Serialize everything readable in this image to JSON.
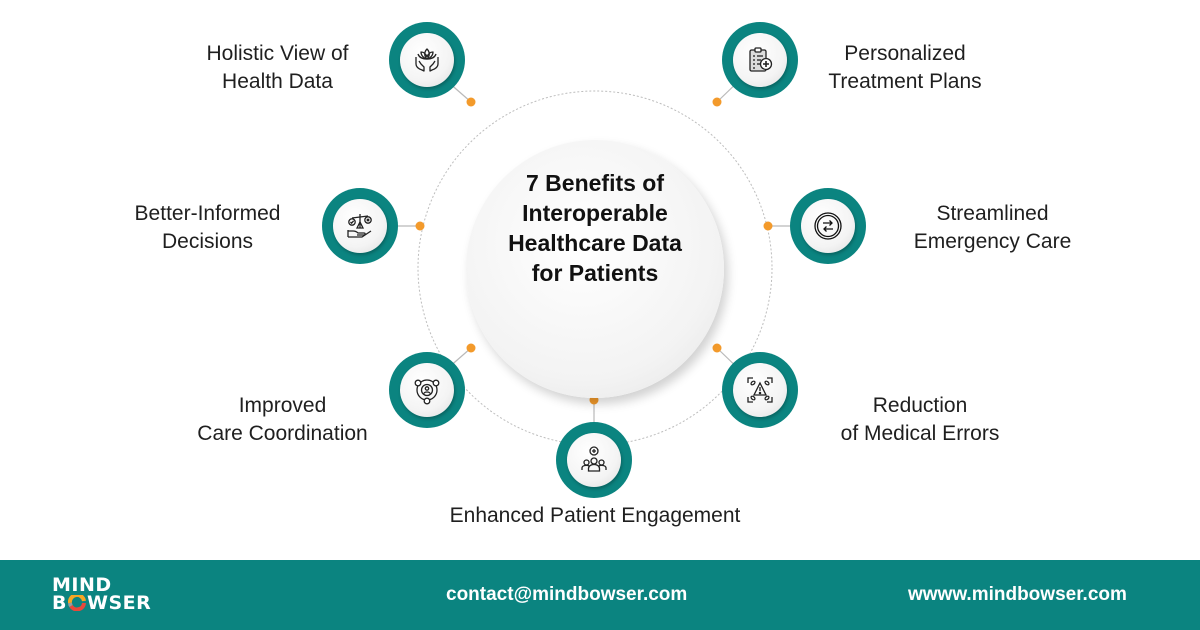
{
  "title": {
    "lines": [
      "7 Benefits of",
      "Interoperable",
      "Healthcare Data",
      "for Patients"
    ]
  },
  "benefits": [
    {
      "icon": "lotus-hands-icon",
      "lines": [
        "Holistic View of",
        "Health Data"
      ]
    },
    {
      "icon": "clipboard-plus-icon",
      "lines": [
        "Personalized",
        "Treatment Plans"
      ]
    },
    {
      "icon": "scale-hand-icon",
      "lines": [
        "Better-Informed",
        "Decisions"
      ]
    },
    {
      "icon": "exchange-arrows-icon",
      "lines": [
        "Streamlined",
        "Emergency Care"
      ]
    },
    {
      "icon": "network-people-icon",
      "lines": [
        "Improved",
        "Care Coordination"
      ]
    },
    {
      "icon": "warning-scan-icon",
      "lines": [
        "Reduction",
        "of Medical Errors"
      ]
    },
    {
      "icon": "group-plus-icon",
      "lines": [
        "Enhanced Patient Engagement"
      ]
    }
  ],
  "colors": {
    "teal": "#0b8480",
    "orange": "#f39a2b",
    "logo_red": "#e8483b",
    "logo_yellow": "#f5a623"
  },
  "footer": {
    "logo_line1": "MIND",
    "logo_line2_b": "B",
    "logo_line2_rest": "WSER",
    "email": "contact@mindbowser.com",
    "website": "wwww.mindbowser.com"
  }
}
